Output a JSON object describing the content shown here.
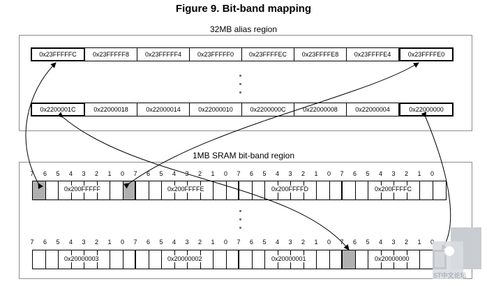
{
  "figure_title": "Figure 9. Bit-band mapping",
  "alias_region": {
    "label": "32MB alias region",
    "top_row": [
      "0x23FFFFFC",
      "0x23FFFFF8",
      "0x23FFFFF4",
      "0x23FFFFF0",
      "0x23FFFFEC",
      "0x23FFFFE8",
      "0x23FFFFE4",
      "0x23FFFFE0"
    ],
    "bottom_row": [
      "0x2200001C",
      "0x22000018",
      "0x22000014",
      "0x22000010",
      "0x2200000C",
      "0x22000008",
      "0x22000004",
      "0x22000000"
    ]
  },
  "sram_region": {
    "label": "1MB SRAM bit-band region",
    "bit_numbers": [
      "7",
      "6",
      "5",
      "4",
      "3",
      "2",
      "1",
      "0"
    ],
    "top_bytes": [
      "0x200FFFFF",
      "0x200FFFFE",
      "0x200FFFFD",
      "0x200FFFFC"
    ],
    "bottom_bytes": [
      "0x20000003",
      "0x20000002",
      "0x20000001",
      "0x20000000"
    ]
  },
  "colors": {
    "highlight_bit": "#b0b0b0",
    "border": "#000000",
    "region_border": "#8c8c8c"
  },
  "watermark": {
    "text": "ST中文论坛",
    "icon": "st-forum-logo-icon"
  }
}
